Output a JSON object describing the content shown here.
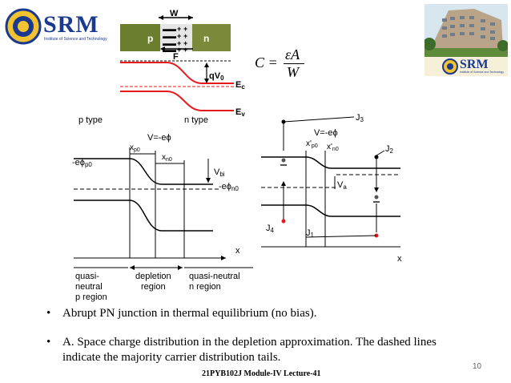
{
  "logo_left": {
    "name": "SRM",
    "tagline": "Institute of Science and Technology"
  },
  "logo_right": {
    "name": "SRM",
    "tagline": "Institute of Science and Technology"
  },
  "band": {
    "w": "W",
    "p": "p",
    "n": "n",
    "f": "F",
    "qv0": "qV",
    "qv0_sub": "0",
    "ec": "E",
    "ec_sub": "c",
    "ev": "E",
    "ev_sub": "v"
  },
  "formula": {
    "lhs": "C =",
    "num": "εA",
    "den": "W"
  },
  "left_diagram": {
    "p_type": "p type",
    "n_type": "n type",
    "v": "V=-eϕ",
    "xp0": "x",
    "xp0_sub": "p0",
    "xn0": "x",
    "xn0_sub": "n0",
    "ephi_p0": "-eϕ",
    "ephi_p0_sub": "p0",
    "vbi": "V",
    "vbi_sub": "bi",
    "ephi_n0": "-eϕ",
    "ephi_n0_sub": "n0",
    "x_axis": "x",
    "region_left": [
      "quasi-",
      "neutral",
      "p region"
    ],
    "region_mid": [
      "depletion",
      "region"
    ],
    "region_right": [
      "quasi-neutral",
      "n region"
    ]
  },
  "right_diagram": {
    "j3": "J",
    "j3_sub": "3",
    "v": "V=-eϕ",
    "xp0": "x'",
    "xp0_sub": "p0",
    "xn0": "x'",
    "xn0_sub": "n0",
    "j2": "J",
    "j2_sub": "2",
    "va": "V",
    "va_sub": "a",
    "j4": "J",
    "j4_sub": "4",
    "j1": "J",
    "j1_sub": "1",
    "x_axis": "x"
  },
  "bullets": [
    "Abrupt PN junction in thermal equilibrium (no bias).",
    "A. Space charge distribution in the depletion approximation. The dashed lines indicate the majority carrier distribution tails."
  ],
  "footer": "21PYB102J Module-IV Lecture-41",
  "page_number": "10",
  "colors": {
    "red": "#e8191c",
    "brand_blue": "#1b3a8f",
    "p_green": "#6b7d2e",
    "n_olive": "#7a8a3a"
  }
}
